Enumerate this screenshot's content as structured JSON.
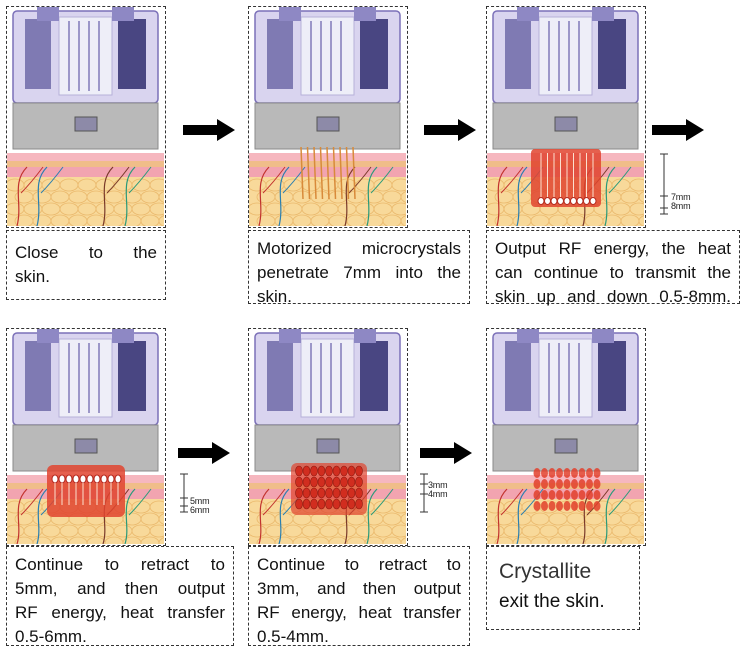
{
  "colors": {
    "device_purple": "#7b70b8",
    "skin_pink": "#f2a4b0",
    "fat_yellow": "#f8d99a",
    "rf_red": "#e0442f",
    "arrow_black": "#000000"
  },
  "steps": [
    {
      "id": "step1",
      "caption_lines": [
        "Close to the",
        "skin."
      ],
      "state": "close"
    },
    {
      "id": "step2",
      "caption_lines": [
        "Motorized microcrystals",
        "penetrate 7mm into the",
        "skin."
      ],
      "state": "penetrate"
    },
    {
      "id": "step3",
      "caption_lines": [
        "Output RF energy, the heat",
        "can continue to transmit the",
        "skin up and down 0.5-8mm."
      ],
      "state": "rf_full",
      "depth_labels": [
        "7mm",
        "8mm"
      ]
    },
    {
      "id": "step4",
      "caption_lines": [
        "Continue to retract to",
        "5mm, and then output",
        "RF energy, heat transfer",
        "0.5-6mm."
      ],
      "state": "rf_5mm",
      "depth_labels": [
        "5mm",
        "6mm"
      ]
    },
    {
      "id": "step5",
      "caption_lines": [
        "Continue to retract to",
        "3mm, and then output",
        "RF energy, heat transfer",
        "0.5-4mm."
      ],
      "state": "rf_3mm",
      "depth_labels": [
        "3mm",
        "4mm"
      ]
    },
    {
      "id": "step6",
      "caption_lines": [
        "Crystallite",
        "exit the skin."
      ],
      "state": "exit"
    }
  ]
}
